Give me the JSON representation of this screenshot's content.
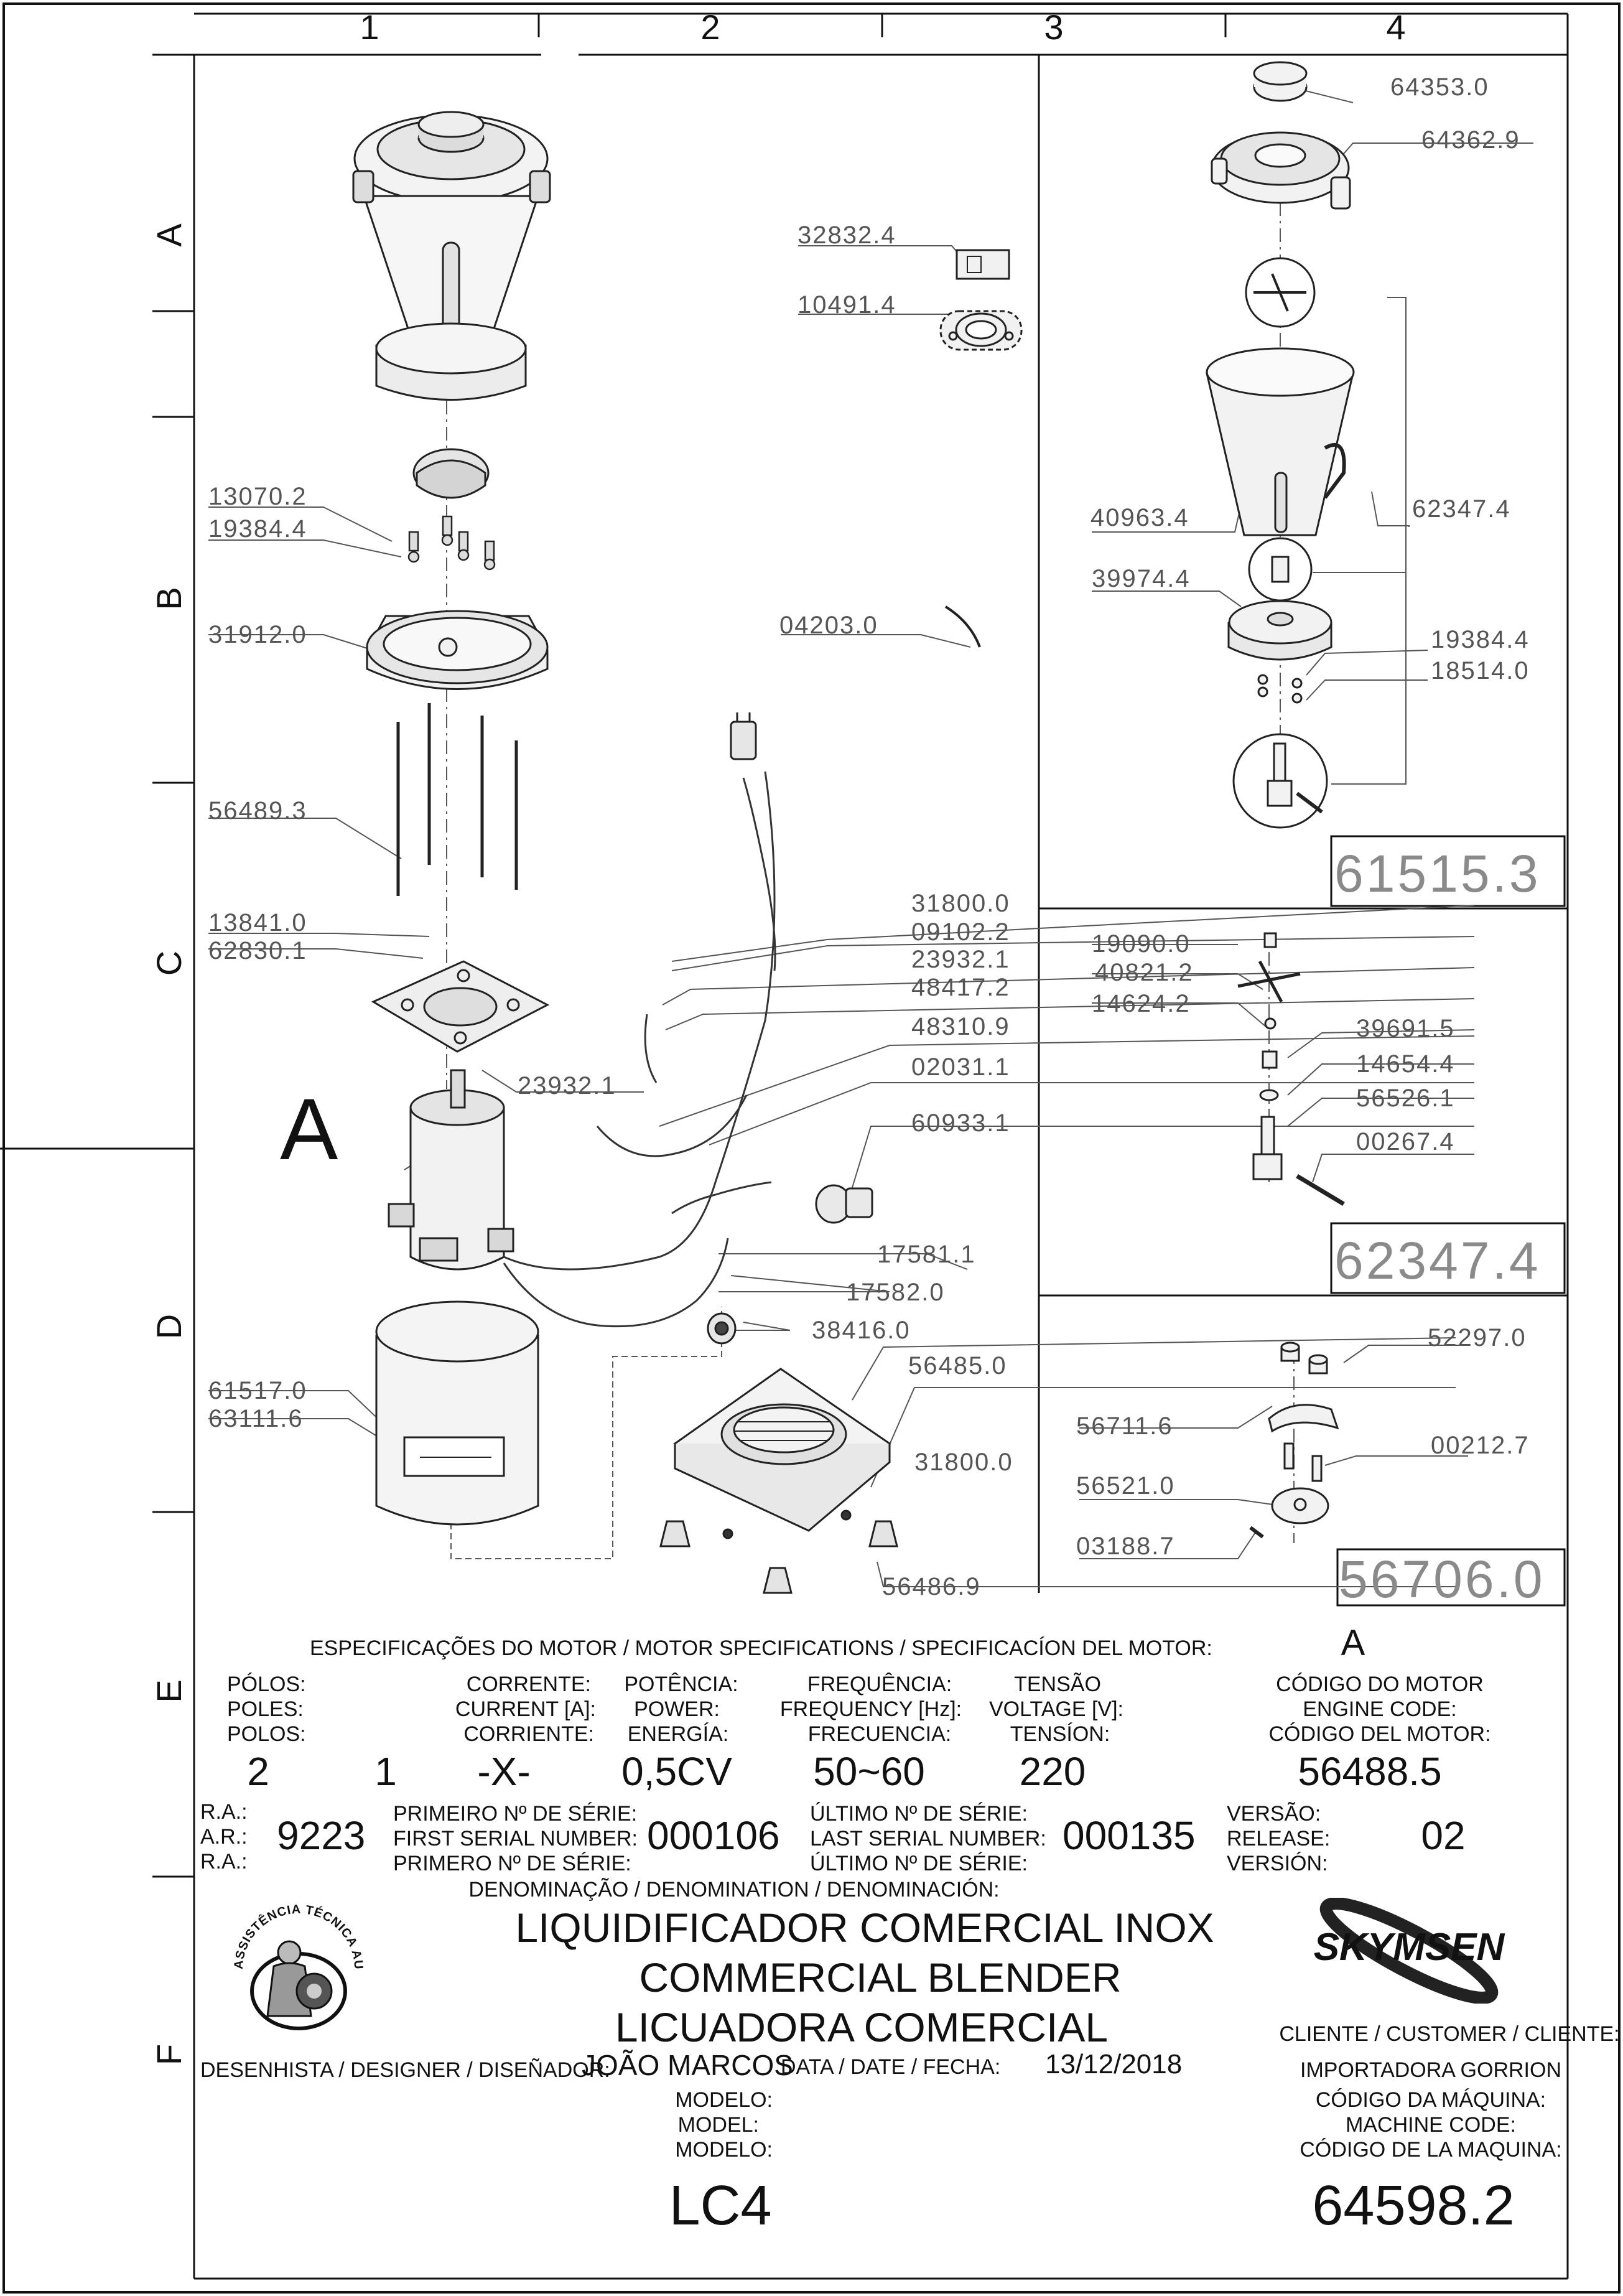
{
  "grid": {
    "columns": [
      "1",
      "2",
      "3",
      "4"
    ],
    "rows": [
      "A",
      "B",
      "C",
      "D",
      "E",
      "F"
    ]
  },
  "parts": {
    "p64353": "64353.0",
    "p64362": "64362.9",
    "p32832": "32832.4",
    "p10491": "10491.4",
    "p13070": "13070.2",
    "p19384a": "19384.4",
    "p31912": "31912.0",
    "p04203": "04203.0",
    "p40963": "40963.4",
    "p62347a": "62347.4",
    "p39974": "39974.4",
    "p19384b": "19384.4",
    "p18514": "18514.0",
    "p56489": "56489.3",
    "p13841": "13841.0",
    "p62830": "62830.1",
    "p31800a": "31800.0",
    "p09102": "09102.2",
    "p23932a": "23932.1",
    "p48417": "48417.2",
    "p48310": "48310.9",
    "p23932b": "23932.1",
    "p02031": "02031.1",
    "p60933": "60933.1",
    "p19090": "19090.0",
    "p40821": "40821.2",
    "p14624": "14624.2",
    "p39691": "39691.5",
    "p14654": "14654.4",
    "p56526": "56526.1",
    "p00267": "00267.4",
    "p17581": "17581.1",
    "p17582": "17582.0",
    "p38416": "38416.0",
    "p56485": "56485.0",
    "p31800b": "31800.0",
    "p56486": "56486.9",
    "p61517": "61517.0",
    "p63111": "63111.6",
    "p52297": "52297.0",
    "p56711": "56711.6",
    "p00212": "00212.7",
    "p56521": "56521.0",
    "p03188": "03188.7"
  },
  "assemblies": {
    "a61515": "61515.3",
    "a62347": "62347.4",
    "a56706": "56706.0"
  },
  "motor_letter": "A",
  "specs": {
    "heading": "ESPECIFICAÇÕES DO MOTOR / MOTOR SPECIFICATIONS / SPECIFICACÍON DEL MOTOR:",
    "heading_value": "A",
    "poles_labels": [
      "PÓLOS:",
      "POLES:",
      "POLOS:"
    ],
    "poles": "2",
    "current_labels": [
      "CORRENTE:",
      "CURRENT [A]:",
      "CORRIENTE:"
    ],
    "current": "1",
    "power_labels": [
      "POTÊNCIA:",
      "POWER:",
      "ENERGÍA:"
    ],
    "power_extra": "-X-",
    "power": "0,5CV",
    "frequency_labels": [
      "FREQUÊNCIA:",
      "FREQUENCY [Hz]:",
      "FRECUENCIA:"
    ],
    "frequency": "50~60",
    "voltage_labels": [
      "TENSÃO",
      "VOLTAGE [V]:",
      "TENSÍON:"
    ],
    "voltage": "220",
    "engine_code_labels": [
      "CÓDIGO DO MOTOR",
      "ENGINE CODE:",
      "CÓDIGO DEL MOTOR:"
    ],
    "engine_code": "56488.5",
    "ra_labels": [
      "R.A.:",
      "A.R.:",
      "R.A.:"
    ],
    "ra": "9223",
    "first_serial_labels": [
      "PRIMEIRO Nº DE SÉRIE:",
      "FIRST SERIAL NUMBER:",
      "PRIMERO Nº DE SÉRIE:"
    ],
    "first_serial": "000106",
    "last_serial_labels": [
      "ÚLTIMO Nº DE SÉRIE:",
      "LAST SERIAL NUMBER:",
      "ÚLTIMO Nº DE SÉRIE:"
    ],
    "last_serial": "000135",
    "release_labels": [
      "VERSÃO:",
      "RELEASE:",
      "VERSIÓN:"
    ],
    "release": "02"
  },
  "title_block": {
    "denomination_label": "DENOMINAÇÃO / DENOMINATION / DENOMINACIÓN:",
    "names": [
      "LIQUIDIFICADOR COMERCIAL INOX",
      "COMMERCIAL BLENDER",
      "LICUADORA COMERCIAL"
    ],
    "designer_label": "DESENHISTA / DESIGNER / DISEÑADOR:",
    "designer": "JOÃO MARCOS",
    "date_label": "DATA / DATE / FECHA:",
    "date": "13/12/2018",
    "model_labels": [
      "MODELO:",
      "MODEL:",
      "MODELO:"
    ],
    "model": "LC4",
    "client_label": "CLIENTE / CUSTOMER / CLIENTE:",
    "client": "IMPORTADORA GORRION",
    "machine_code_labels": [
      "CÓDIGO DA MÁQUINA:",
      "MACHINE CODE:",
      "CÓDIGO DE LA MAQUINA:"
    ],
    "machine_code": "64598.2",
    "brand": "SKYMSEN",
    "seal_text": "ASSISTÊNCIA TÉCNICA AUTORIZADA"
  },
  "colors": {
    "ink": "#111111",
    "leader": "#666666",
    "assembly": "#8a8a8a"
  }
}
